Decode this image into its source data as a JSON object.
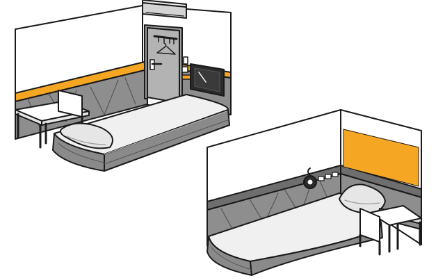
{
  "illustration": {
    "subject": "",
    "colors": {
      "outline": "#1a1a1a",
      "accent": "#f5a623",
      "wall": "#ffffff",
      "panel": "#8e8e8e",
      "panel_dark": "#6e6e6e",
      "door": "#b3b3b3",
      "bed_top": "#f0f0f0",
      "bed_side": "#8a8a8a",
      "pillow": "#e6e6e6",
      "screen": "#2b2b2b"
    },
    "icons": [
      "room-1-bed",
      "room-1-pillow",
      "room-1-desk",
      "room-1-chair",
      "room-1-door",
      "room-1-air-conditioner",
      "room-1-coat-rack",
      "room-1-tv",
      "room-2-bed",
      "room-2-pillow",
      "room-2-desk",
      "room-2-chair",
      "room-2-headboard-panel",
      "room-2-wall-lamp"
    ]
  }
}
